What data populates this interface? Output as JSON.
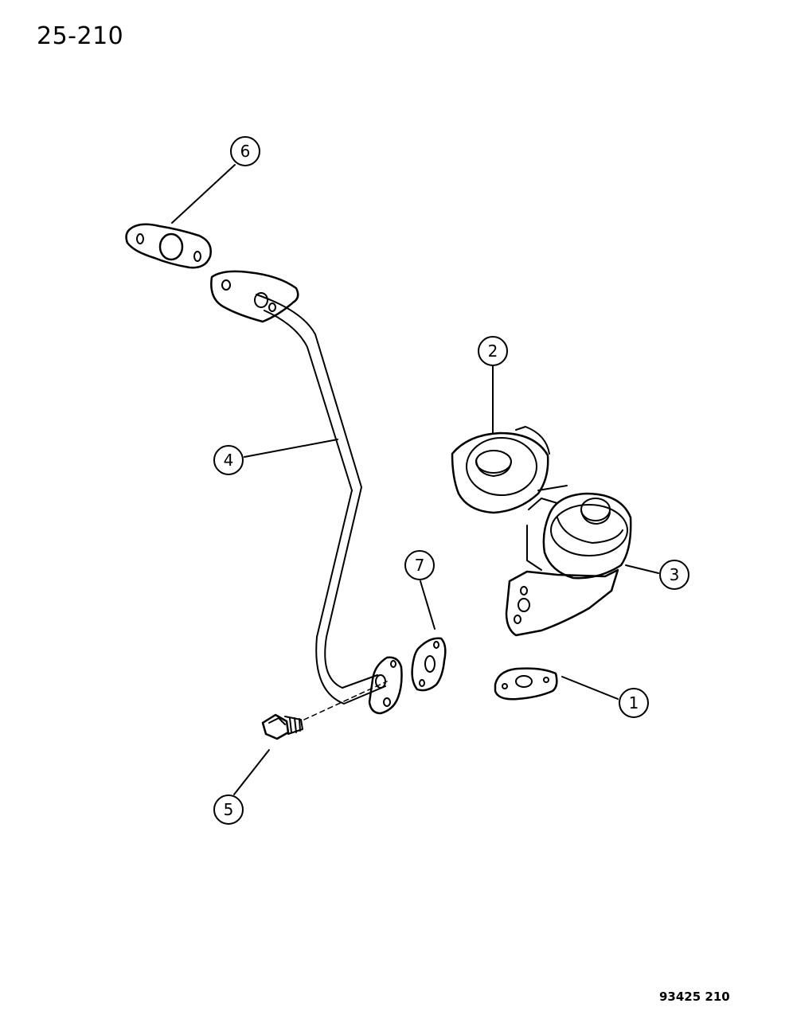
{
  "page_code": "25-210",
  "footer_code": "93425 210",
  "callouts": [
    {
      "number": "1",
      "part": "gasket"
    },
    {
      "number": "2",
      "part": "valve"
    },
    {
      "number": "3",
      "part": "valve"
    },
    {
      "number": "4",
      "part": "tube"
    },
    {
      "number": "5",
      "part": "bolt"
    },
    {
      "number": "6",
      "part": "gasket"
    },
    {
      "number": "7",
      "part": "gasket"
    }
  ]
}
